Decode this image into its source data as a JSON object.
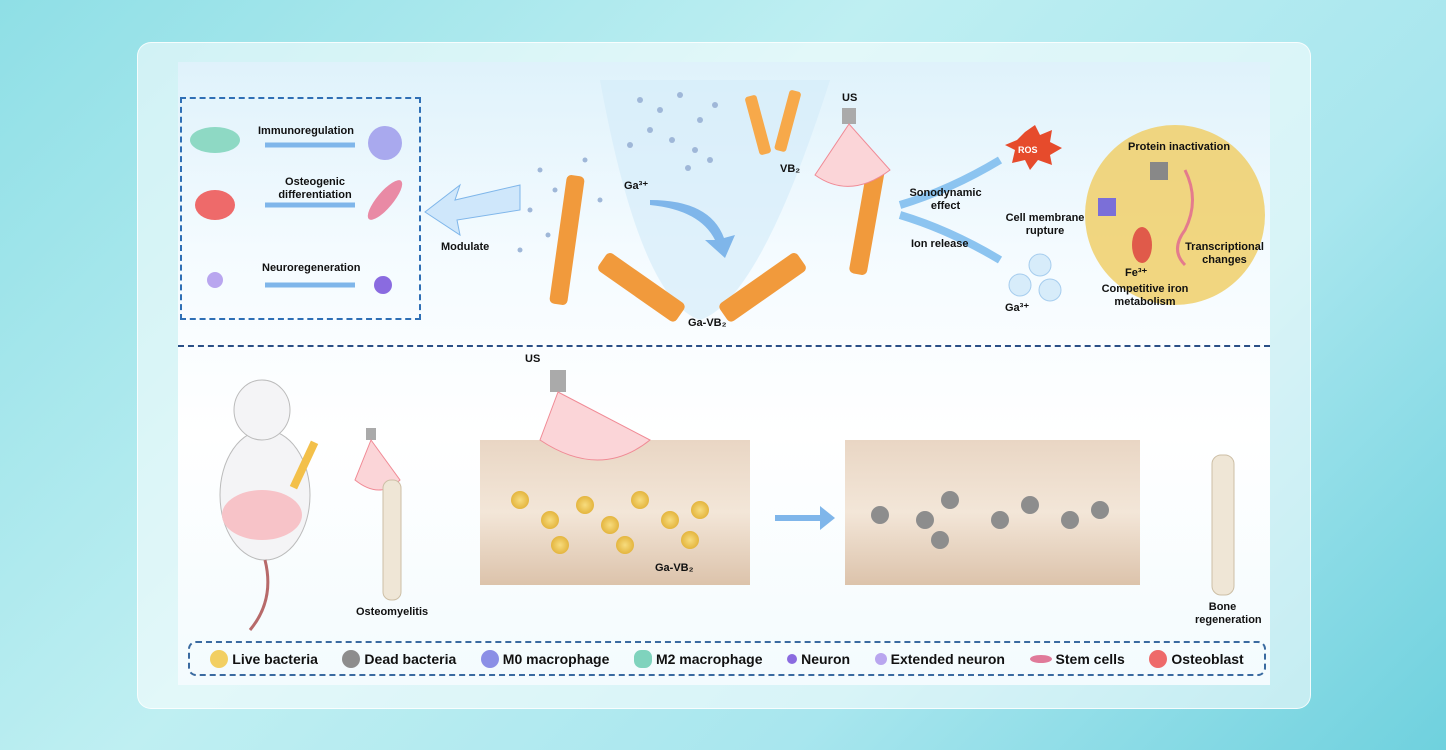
{
  "top_left": {
    "immunoregulation": "Immunoregulation",
    "osteogenic": "Osteogenic differentiation",
    "neuroregeneration": "Neuroregeneration",
    "modulate": "Modulate"
  },
  "center": {
    "ga_ion": "Ga³⁺",
    "vb2": "VB₂",
    "ga_vb2": "Ga-VB₂",
    "us": "US"
  },
  "right": {
    "sonodynamic": "Sonodynamic effect",
    "ion_release": "Ion release",
    "ros": "ROS",
    "protein": "Protein inactivation",
    "membrane": "Cell membrane rupture",
    "transcriptional": "Transcriptional changes",
    "fe": "Fe³⁺",
    "iron": "Competitive iron metabolism",
    "ga_ion": "Ga³⁺"
  },
  "bottom": {
    "us": "US",
    "osteomyelitis": "Osteomyelitis",
    "ga_vb2": "Ga-VB₂",
    "bone": "Bone regeneration"
  },
  "legend": [
    {
      "label": "Live bacteria",
      "color": "#f2cf62"
    },
    {
      "label": "Dead bacteria",
      "color": "#8d8d8d"
    },
    {
      "label": "M0 macrophage",
      "color": "#8b8fe6"
    },
    {
      "label": "M2 macrophage",
      "color": "#7fd3bd"
    },
    {
      "label": "Neuron",
      "color": "#8a6be0"
    },
    {
      "label": "Extended neuron",
      "color": "#b9a6ef"
    },
    {
      "label": "Stem cells",
      "color": "#e07a9a"
    },
    {
      "label": "Osteoblast",
      "color": "#ee6a6a"
    }
  ]
}
